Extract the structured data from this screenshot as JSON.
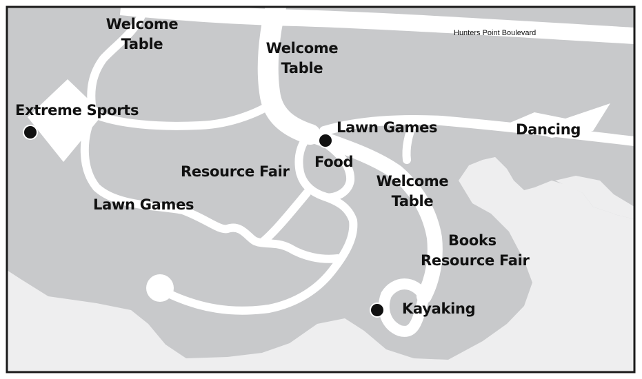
{
  "map": {
    "street_name": "Hunters Point Boulevard",
    "labels": {
      "welcome_table_1_line1": "Welcome",
      "welcome_table_1_line2": "Table",
      "welcome_table_2_line1": "Welcome",
      "welcome_table_2_line2": "Table",
      "welcome_table_3_line1": "Welcome",
      "welcome_table_3_line2": "Table",
      "extreme_sports": "Extreme Sports",
      "lawn_games_1": "Lawn Games",
      "lawn_games_2": "Lawn Games",
      "food": "Food",
      "resource_fair_1": "Resource Fair",
      "books": "Books",
      "resource_fair_2": "Resource Fair",
      "dancing": "Dancing",
      "kayaking": "Kayaking"
    },
    "colors": {
      "land": "#c8c9cb",
      "water": "#eeeeef",
      "path": "#ffffff",
      "marker": "#111111",
      "border": "#1a1a1a"
    }
  }
}
